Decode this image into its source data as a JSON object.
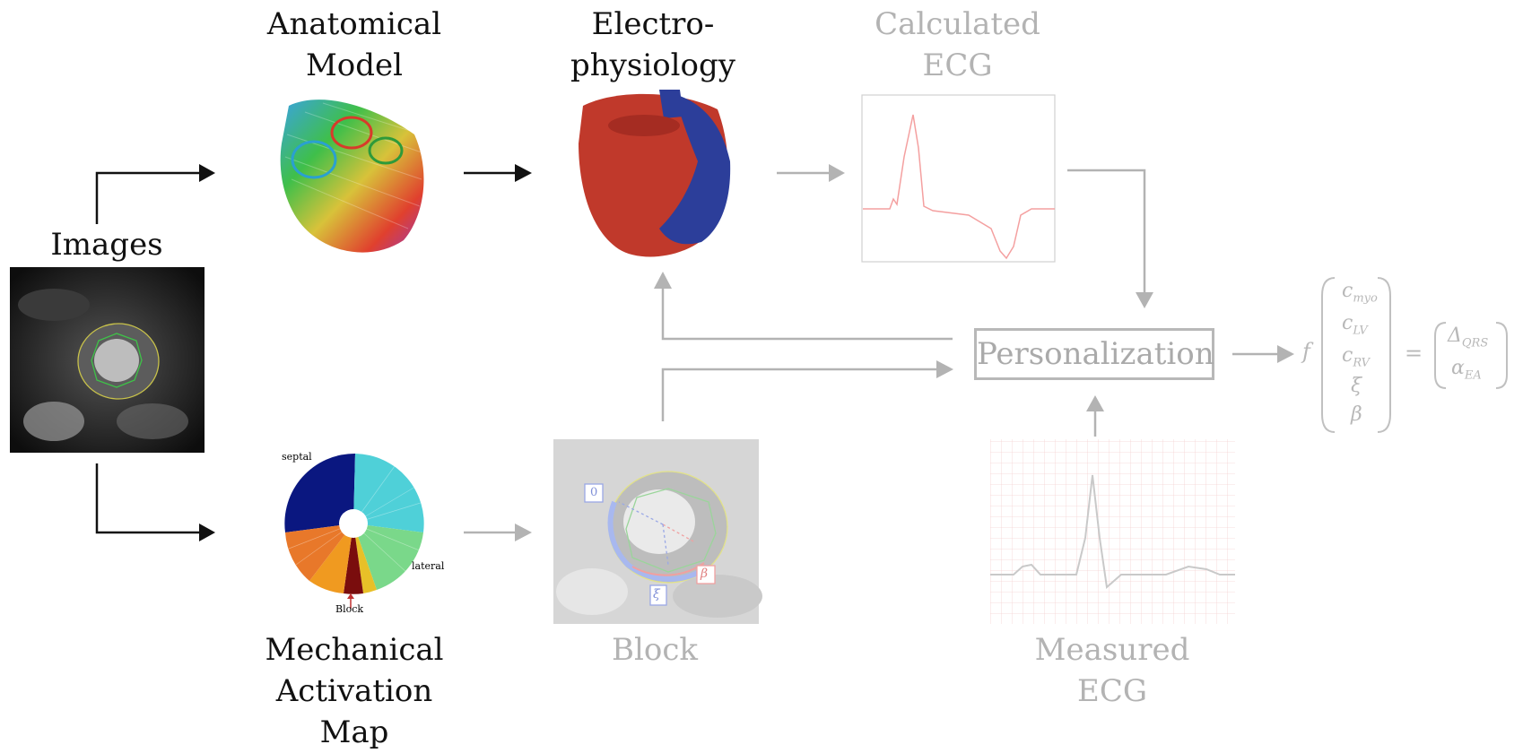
{
  "labels": {
    "images": "Images",
    "anatomical": [
      "Anatomical",
      "Model"
    ],
    "electro": [
      "Electro-",
      "physiology"
    ],
    "calculated_ecg": [
      "Calculated",
      "ECG"
    ],
    "mech_map": [
      "Mechanical",
      "Activation",
      "Map"
    ],
    "block": "Block",
    "measured_ecg": [
      "Measured",
      "ECG"
    ],
    "personalization": "Personalization"
  },
  "polar_map": {
    "septal": "septal",
    "lateral": "lateral",
    "block": "Block"
  },
  "mri_block_labels": {
    "zero": "0",
    "beta": "β",
    "xi": "ξ"
  },
  "equation": {
    "f": "f",
    "params": [
      "c",
      "c",
      "c",
      "ξ",
      "β"
    ],
    "param_subs": [
      "myo",
      "LV",
      "RV",
      "",
      ""
    ],
    "equals": "=",
    "outputs": [
      "Δ",
      "α"
    ],
    "output_subs": [
      "QRS",
      "EA"
    ]
  },
  "colors": {
    "dark_arrow": "#111111",
    "grey_arrow": "#b3b3b3",
    "heart_red": "#c0392b",
    "heart_blue": "#2c3e9a",
    "ecg_line": "#f4a0a0"
  }
}
